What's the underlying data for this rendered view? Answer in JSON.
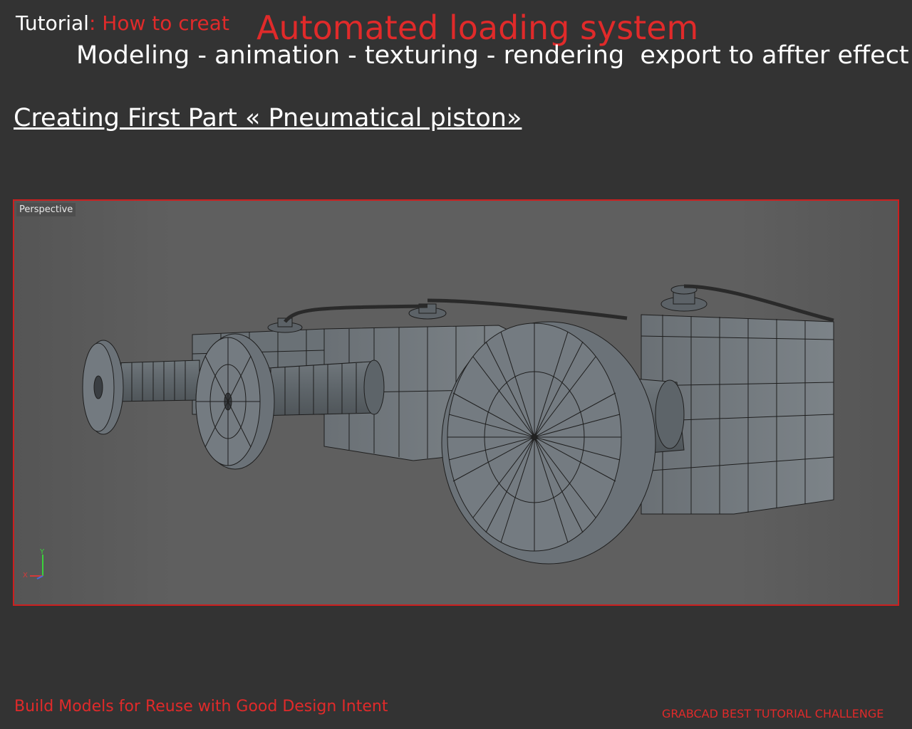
{
  "header": {
    "tutorial_label": "Tutorial",
    "tutorial_suffix": ": How to creat",
    "main_title": "Automated loading system",
    "subtitle": "Modeling - animation - texturing - rendering  export to affter effect"
  },
  "section": {
    "heading": "Creating First Part « Pneumatical piston»"
  },
  "viewport": {
    "label": "Perspective",
    "axis_y": "Y",
    "axis_x": "X",
    "frame_color": "#cc1f1f"
  },
  "footer": {
    "left_text": "Build Models for Reuse with Good Design Intent",
    "right_text": "GRABCAD BEST TUTORIAL CHALLENGE"
  },
  "colors": {
    "background": "#333333",
    "accent_red": "#e02a2a",
    "viewport_bg": "#5a5a5a",
    "mesh_fill": "#6b7278",
    "wire": "#1e1e1e"
  }
}
